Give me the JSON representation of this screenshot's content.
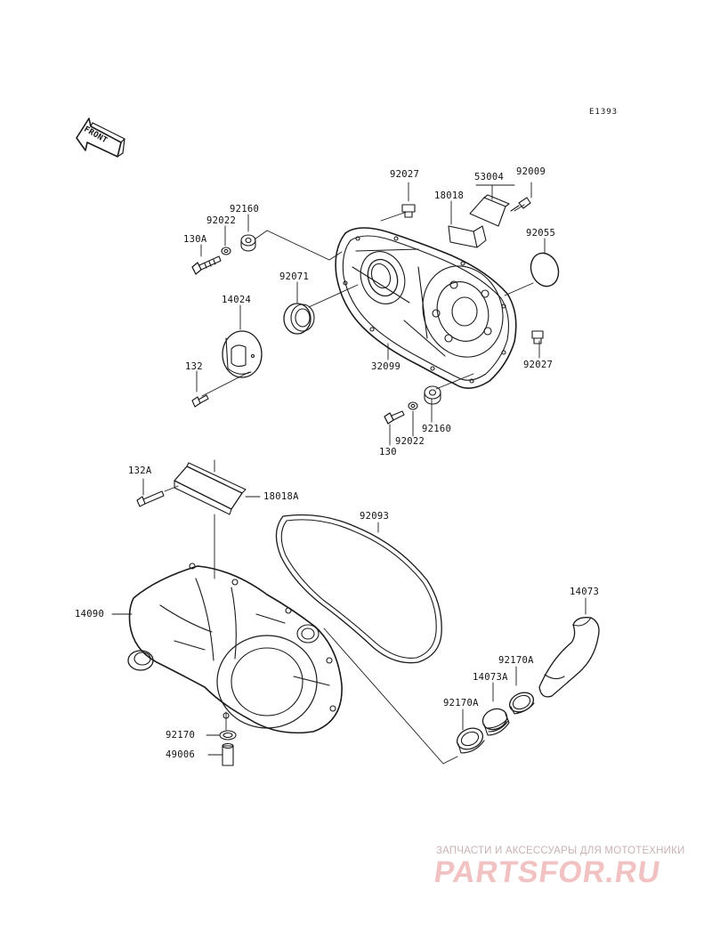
{
  "diagram_code": "E1393",
  "front_label": "FRONT",
  "callouts": {
    "p92027_top": "92027",
    "p53004": "53004",
    "p92009": "92009",
    "p18018": "18018",
    "p92160_top": "92160",
    "p92022_top": "92022",
    "p130A": "130A",
    "p92055": "92055",
    "p92071": "92071",
    "p14024": "14024",
    "p92027_right": "92027",
    "p32099": "32099",
    "p132": "132",
    "p92160_bottom": "92160",
    "p92022_bottom": "92022",
    "p130": "130",
    "p132A": "132A",
    "p18018A": "18018A",
    "p92093": "92093",
    "p14073": "14073",
    "p14090": "14090",
    "p92170A_upper": "92170A",
    "p14073A": "14073A",
    "p92170A_lower": "92170A",
    "p92170": "92170",
    "p49006": "49006"
  },
  "watermark": {
    "subtitle": "ЗАПЧАСТИ И АКСЕССУАРЫ ДЛЯ МОТОТЕХНИКИ",
    "brand": "PARTSFOR.RU"
  }
}
